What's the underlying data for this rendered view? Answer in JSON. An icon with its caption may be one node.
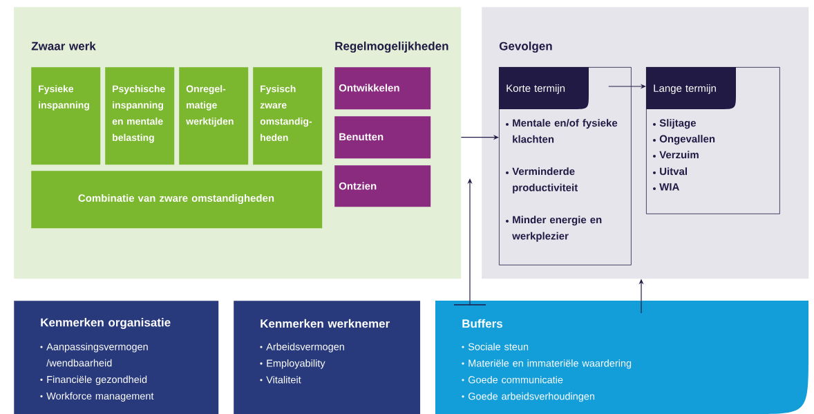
{
  "diagram": {
    "nodes": [
      {
        "text": [
          "Zwaar werk",
          "Regelmogelijkheden"
        ]
      },
      {
        "text": [
          "Fysieke inspanning"
        ],
        "in": 0
      },
      {
        "text": [
          "Psychische inspanning en mentale belasting"
        ],
        "in": 0
      },
      {
        "text": [
          "Onregel-matige werktijden"
        ],
        "in": 0
      },
      {
        "text": [
          "Fysisch zware omstandig-heden"
        ],
        "in": 0
      },
      {
        "text": [
          "Combinatie van zware omstandigheden"
        ],
        "in": 0
      },
      {
        "text": [
          "Ontwikkelen"
        ],
        "in": 0
      },
      {
        "text": [
          "Benutten"
        ],
        "in": 0
      },
      {
        "text": [
          "Ontzien"
        ],
        "in": 0
      },
      {
        "text": [
          "Gevolgen"
        ]
      },
      {
        "text": [
          "Korte termijn",
          "Mentale en/of fysieke klachten",
          "Verminderde productiviteit",
          "Minder energie en werkplezier"
        ],
        "in": 9
      },
      {
        "text": [
          "Lange termijn",
          "Slijtage",
          "Ongevallen",
          "Verzuim",
          "Uitval",
          "WIA"
        ],
        "in": 9
      },
      {
        "text": [
          "Kenmerken organisatie",
          "Aanpassingsvermogen /wendbaarheid",
          "Financiële gezondheid",
          "Workforce management"
        ]
      },
      {
        "text": [
          "Kenmerken werknemer",
          "Arbeidsvermogen",
          "Employability",
          "Vitaliteit"
        ]
      },
      {
        "text": [
          "Buffers",
          "Sociale steun",
          "Materiële en immateriële waardering",
          "Goede communicatie",
          "Goede arbeidsverhoudingen"
        ]
      }
    ],
    "edges": [
      {
        "from": 0,
        "to": 10,
        "arrow": "to"
      },
      {
        "from": 10,
        "to": 11,
        "arrow": "to"
      },
      {
        "from": 14,
        "to": 0,
        "arrow": "to"
      },
      {
        "from": 14,
        "to": 9,
        "arrow": "to"
      }
    ]
  }
}
